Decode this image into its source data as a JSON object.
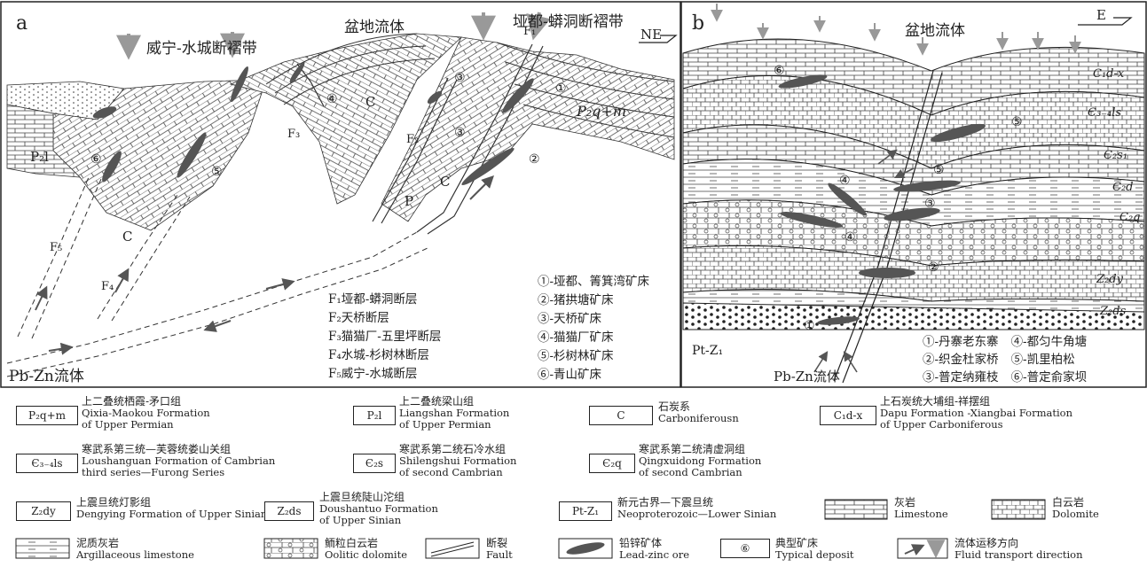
{
  "panel_a": {
    "letter": "a",
    "title_basin": "盆地流体",
    "label_weining": "威宁-水城断褶带",
    "label_yadu": "垭都-蟒洞断褶带",
    "orientation": "NE",
    "pbzn": "Pb-Zn流体",
    "rock_labels": {
      "p2l": "P₂l",
      "c_left": "C",
      "c_mid": "C",
      "p_mid": "P",
      "c_right": "C",
      "p2qm": "P₂q+m"
    },
    "fault_labels": {
      "f1": "F₁",
      "f2": "F₂",
      "f3": "F₃",
      "f4": "F₄",
      "f5": "F₅"
    },
    "deposit_marks": {
      "d1": "①",
      "d2": "②",
      "d3a": "③",
      "d3b": "③",
      "d4": "④",
      "d5": "⑤",
      "d6": "⑥"
    },
    "faults_list": [
      "F₁垭都-蟒洞断层",
      "F₂天桥断层",
      "F₃猫猫厂-五里坪断层",
      "F₄水城-杉树林断层",
      "F₅威宁-水城断层"
    ],
    "deposits_list": [
      "①-垭都、箐箕湾矿床",
      "②-猪拱塘矿床",
      "③-天桥矿床",
      "④-猫猫厂矿床",
      "⑤-杉树林矿床",
      "⑥-青山矿床"
    ]
  },
  "panel_b": {
    "letter": "b",
    "title_basin": "盆地流体",
    "orientation": "E",
    "pbzn": "Pb-Zn流体",
    "ptz": "Pt-Z₁",
    "strata": [
      "C₁d-x",
      "Є₃₋₄ls",
      "Є₂s₁",
      "Є₂d",
      "Є₂q",
      "Z₂dy",
      "Z₂ds"
    ],
    "deposit_marks": {
      "d1": "①",
      "d2": "②",
      "d3": "③",
      "d4a": "④",
      "d4b": "④",
      "d5a": "⑤",
      "d5b": "⑤",
      "d6": "⑥"
    },
    "deposits_list": [
      "①-丹寨老东寨",
      "②-织金杜家桥",
      "③-普定纳雍枝",
      "④-都匀牛角塘",
      "⑤-凯里柏松",
      "⑥-普定俞家坝"
    ]
  },
  "legend": [
    {
      "sym": "P₂q+m",
      "zh": "上二叠统栖霞-矛口组",
      "en1": "Qixia-Maokou Formation",
      "en2": "of Upper Permian"
    },
    {
      "sym": "P₂l",
      "zh": "上二叠统梁山组",
      "en1": "Liangshan Formation",
      "en2": "of Upper Permian"
    },
    {
      "sym": "C",
      "zh": "石炭系",
      "en1": "Carboniferousn",
      "en2": ""
    },
    {
      "sym": "C₁d-x",
      "zh": "上石炭统大埔组-祥摆组",
      "en1": "Dapu Formation -Xiangbai Formation",
      "en2": "of Upper Carboniferous"
    },
    {
      "sym": "Є₃₋₄ls",
      "zh": "寒武系第三统—芙蓉统娄山关组",
      "en1": "Loushanguan Formation of Cambrian",
      "en2": "third series—Furong Series"
    },
    {
      "sym": "Є₂s",
      "zh": "寒武系第二统石冷水组",
      "en1": "Shilengshui Formation",
      "en2": "of second Cambrian"
    },
    {
      "sym": "Є₂q",
      "zh": "寒武系第二统清虚洞组",
      "en1": "Qingxuidong Formation",
      "en2": "of second Cambrian"
    },
    {
      "sym": "Z₂dy",
      "zh": "上震旦统灯影组",
      "en1": "Dengying Formation of Upper Sinian",
      "en2": ""
    },
    {
      "sym": "Z₂ds",
      "zh": "上震旦统陡山沱组",
      "en1": "Doushantuo Formation",
      "en2": "of Upper Sinian"
    },
    {
      "sym": "Pt-Z₁",
      "zh": "新元古界—下震旦统",
      "en1": "Neoproterozoic—Lower Sinian",
      "en2": ""
    },
    {
      "zh": "灰岩",
      "en1": "Limestone"
    },
    {
      "zh": "白云岩",
      "en1": "Dolomite"
    },
    {
      "zh": "泥质灰岩",
      "en1": "Argillaceous limestone"
    },
    {
      "zh": "鲕粒白云岩",
      "en1": "Oolitic dolomite"
    },
    {
      "zh": "断裂",
      "en1": "Fault"
    },
    {
      "zh": "铅锌矿体",
      "en1": "Lead-zinc ore"
    },
    {
      "sym": "⑥",
      "zh": "典型矿床",
      "en1": "Typical deposit"
    },
    {
      "zh": "流体运移方向",
      "en1": "Fluid transport direction"
    }
  ]
}
